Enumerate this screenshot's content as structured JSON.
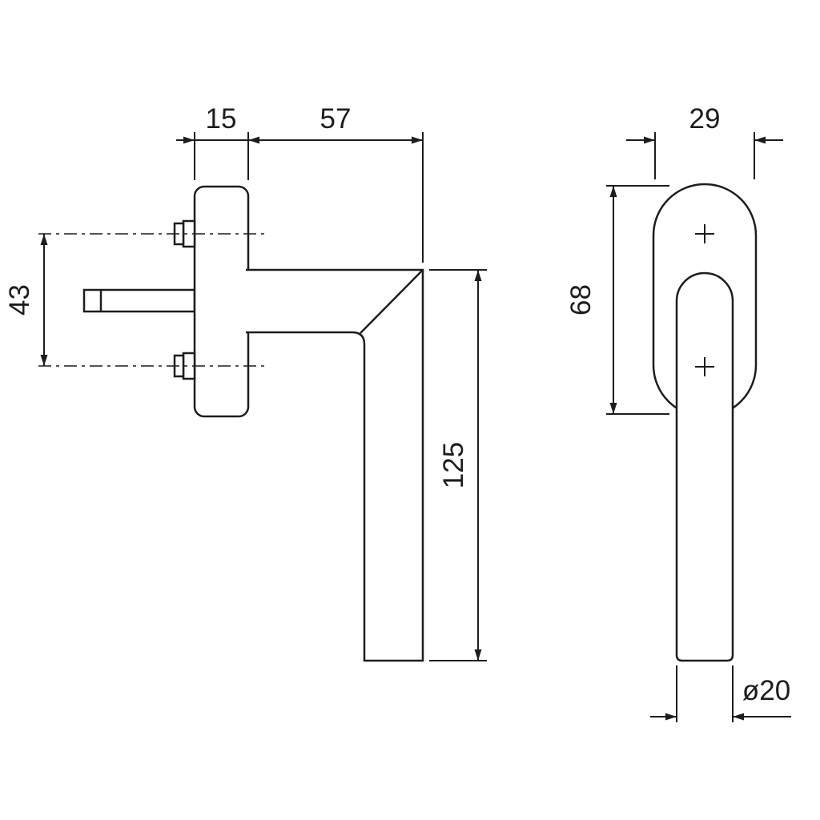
{
  "drawing_type": "technical-dimension-drawing",
  "subject": "window-handle-with-rosette",
  "colors": {
    "line": "#1d1d1b",
    "background": "#ffffff"
  },
  "views": {
    "side": {
      "dims": {
        "rosette_depth": "15",
        "arm_length": "57",
        "screw_centres": "43",
        "handle_length": "125"
      }
    },
    "front": {
      "dims": {
        "rosette_width": "29",
        "rosette_height": "68",
        "grip_diameter": "ø20"
      }
    }
  }
}
